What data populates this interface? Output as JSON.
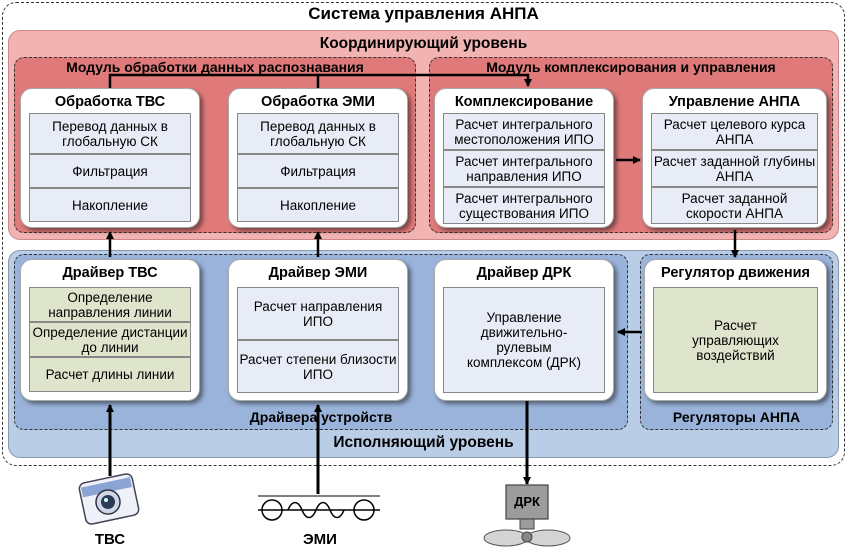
{
  "system": {
    "title": "Система управления АНПА"
  },
  "coord": {
    "title": "Координирующий уровень",
    "recog_module": "Модуль обработки данных распознавания",
    "integ_module": "Модуль комплексирования и управления",
    "cards": [
      {
        "title": "Обработка ТВС",
        "items": [
          "Перевод данных в глобальную СК",
          "Фильтрация",
          "Накопление"
        ]
      },
      {
        "title": "Обработка ЭМИ",
        "items": [
          "Перевод данных в глобальную СК",
          "Фильтрация",
          "Накопление"
        ]
      },
      {
        "title": "Комплексирование",
        "items": [
          "Расчет интегрального местоположения ИПО",
          "Расчет интегрального направления ИПО",
          "Расчет интегрального существования ИПО"
        ]
      },
      {
        "title": "Управление АНПА",
        "items": [
          "Расчет целевого курса АНПА",
          "Расчет заданной глубины АНПА",
          "Расчет заданной скорости АНПА"
        ]
      }
    ]
  },
  "exec": {
    "title": "Исполняющий уровень",
    "drivers_label": "Драйвера устройств",
    "regulators_label": "Регуляторы АНПА",
    "cards": [
      {
        "title": "Драйвер ТВС",
        "items": [
          "Определение направления линии",
          "Определение дистанции до линии",
          "Расчет длины линии"
        ]
      },
      {
        "title": "Драйвер ЭМИ",
        "items": [
          "Расчет направления ИПО",
          "Расчет степени близости ИПО"
        ]
      },
      {
        "title": "Драйвер ДРК",
        "items": [
          "Управление движительно-рулевым комплексом (ДРК)"
        ]
      },
      {
        "title": "Регулятор движения",
        "items": [
          "Расчет управляющих воздействий"
        ]
      }
    ]
  },
  "devices": {
    "tvs": "ТВС",
    "emi": "ЭМИ",
    "drk": "ДРК"
  },
  "colors": {
    "coord_outer": "#f2b3b3",
    "coord_inner": "#e07a7a",
    "exec_outer": "#b9cde6",
    "exec_inner": "#9ab3da"
  }
}
